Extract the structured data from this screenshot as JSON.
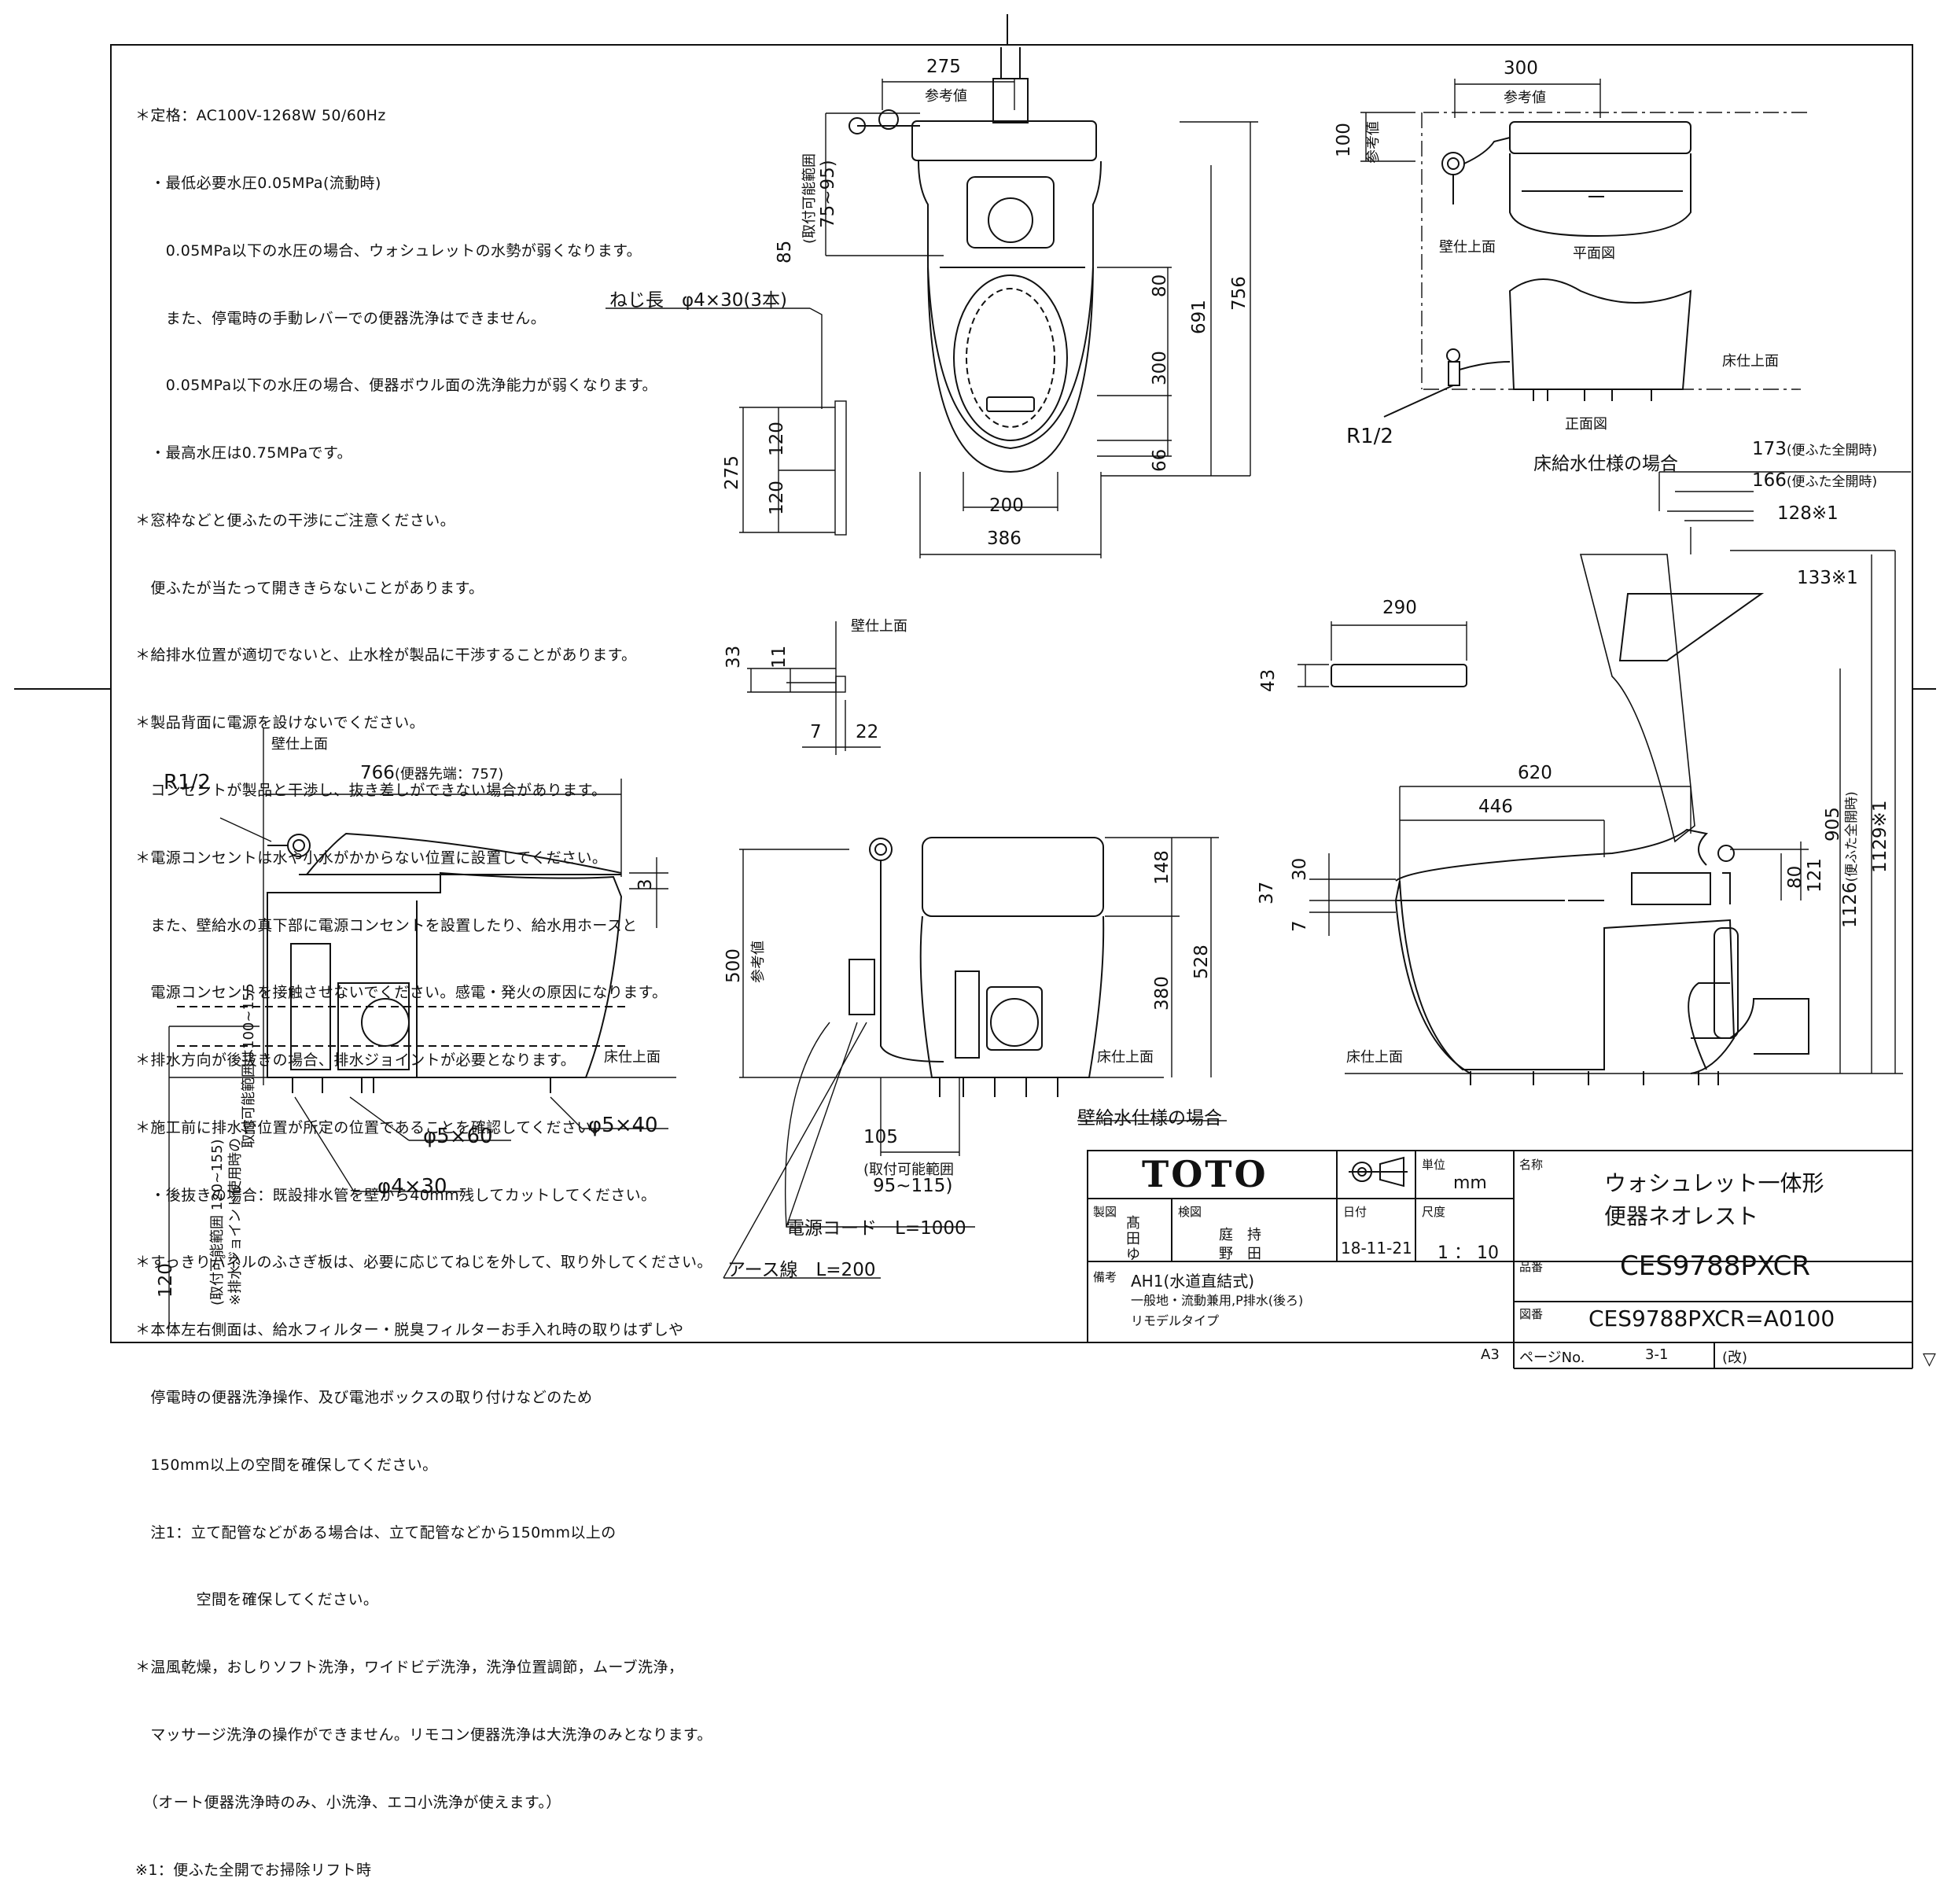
{
  "notes": [
    "＊定格：AC100V-1268W 50/60Hz",
    "　・最低必要水圧0.05MPa(流動時)",
    "　　0.05MPa以下の水圧の場合、ウォシュレットの水勢が弱くなります。",
    "　　また、停電時の手動レバーでの便器洗浄はできません。",
    "　　0.05MPa以下の水圧の場合、便器ボウル面の洗浄能力が弱くなります。",
    "　・最高水圧は0.75MPaです。",
    "＊窓枠などと便ふたの干渉にご注意ください。",
    "　便ふたが当たって開ききらないことがあります。",
    "＊給排水位置が適切でないと、止水栓が製品に干渉することがあります。",
    "＊製品背面に電源を設けないでください。",
    "　コンセントが製品と干渉し、抜き差しができない場合があります。",
    "＊電源コンセントは水や小水がかからない位置に設置してください。",
    "　また、壁給水の真下部に電源コンセントを設置したり、給水用ホースと",
    "　電源コンセントを接触させないでください。感電・発火の原因になります。",
    "＊排水方向が後抜きの場合、排水ジョイントが必要となります。",
    "＊施工前に排水管位置が所定の位置であることを確認してください。",
    "　・後抜きの場合：既設排水管を壁から40mm残してカットしてください。",
    "＊すっきりパネルのふさぎ板は、必要に応じてねじを外して、取り外してください。",
    "＊本体左右側面は、給水フィルター・脱臭フィルターお手入れ時の取りはずしや",
    "　停電時の便器洗浄操作、及び電池ボックスの取り付けなどのため",
    "　150mm以上の空間を確保してください。",
    "　注1：立て配管などがある場合は、立て配管などから150mm以上の",
    "　　　　空間を確保してください。",
    "＊温風乾燥，おしりソフト洗浄，ワイドビデ洗浄，洗浄位置調節，ムーブ洗浄，",
    "　マッサージ洗浄の操作ができません。リモコン便器洗浄は大洗浄のみとなります。",
    "　（オート便器洗浄時のみ、小洗浄、エコ小洗浄が使えます。）",
    "※1：便ふた全開でお掃除リフト時"
  ],
  "labels": {
    "d275": "275",
    "ref_value": "参考値",
    "d85": "85",
    "mount_range": "(取付可能範囲",
    "mount_range_val": "75~95)",
    "d80": "80",
    "d691": "691",
    "d756": "756",
    "d300": "300",
    "d66": "66",
    "d200": "200",
    "d386": "386",
    "screw_len": "ねじ長　φ4×30(3本)",
    "d275b": "275",
    "d120a": "120",
    "d120b": "120",
    "d300t": "300",
    "ref_value2": "参考値",
    "d100": "100",
    "ref_value3": "参考値",
    "wall_top": "壁仕上面",
    "plan_view": "平面図",
    "floor_top": "床仕上面",
    "front_view": "正面図",
    "r12a": "R1/2",
    "floor_supply_case": "床給水仕様の場合",
    "d173": "173",
    "d173_note": "(便ふた全開時)",
    "d166": "166",
    "d166_note": "(便ふた全開時)",
    "d128": "128",
    "d128_note": "※1",
    "d133": "133",
    "d133_note": "※1",
    "d290": "290",
    "d43": "43",
    "wall_top2": "壁仕上面",
    "d33": "33",
    "d11": "11",
    "d7": "7",
    "d22": "22",
    "wall_top3": "壁仕上面",
    "r12b": "R1/2",
    "d766": "766",
    "d766_note": "(便器先端：757)",
    "d3": "3",
    "floor_top2": "床仕上面",
    "phi5x60": "φ5×60",
    "phi5x40": "φ5×40",
    "phi4x30": "φ4×30",
    "d120c": "120",
    "range_a": "(取付可能範囲 120~155)",
    "range_b": "※排水ジョイント使用時の",
    "range_c": "取付可能範囲は100~155",
    "d500": "500",
    "ref_value4": "参考値",
    "d148": "148",
    "d528": "528",
    "d380": "380",
    "floor_top3": "床仕上面",
    "wall_supply_case": "壁給水仕様の場合",
    "d105": "105",
    "range_d": "(取付可能範囲",
    "range_e": "95~115)",
    "power_cord": "電源コード　L=1000",
    "earth_wire": "アース線　L=200",
    "d620": "620",
    "d446": "446",
    "d30": "30",
    "d37": "37",
    "d7b": "7",
    "d80b": "80",
    "d121": "121",
    "d905": "905",
    "d1126": "1126",
    "d1126_note": "(便ふた全開時)",
    "d1129": "1129",
    "d1129_note": "※1",
    "floor_top4": "床仕上面",
    "a3": "A3",
    "corner_mark": "▽"
  },
  "title_block": {
    "logo": "TOTO",
    "unit_label": "単位",
    "unit": "mm",
    "name_label": "名称",
    "name_line1": "ウォシュレット一体形",
    "name_line2": "便器ネオレスト",
    "drawn_label": "製図",
    "drawn_by": "髙\n田\nゆ",
    "checked_label": "検図",
    "checked_by1": "庭　持",
    "checked_by2": "野　田",
    "date_label": "日付",
    "date": "18-11-21",
    "scale_label": "尺度",
    "scale": "1 ： 10",
    "part_label": "品番",
    "part_number": "CES9788PXCR",
    "remarks_label": "備考",
    "remark1": "AH1(水道直結式)",
    "remark2": "一般地・流動兼用,P排水(後ろ)",
    "remark3": "リモデルタイプ",
    "drawing_label": "図番",
    "drawing_number": "CES9788PXCR=A0100",
    "page_label": "ページNo.",
    "page": "3-1",
    "revision": "(改)"
  },
  "icons": [
    "projection-symbol-icon",
    "corner-triangle-icon"
  ]
}
